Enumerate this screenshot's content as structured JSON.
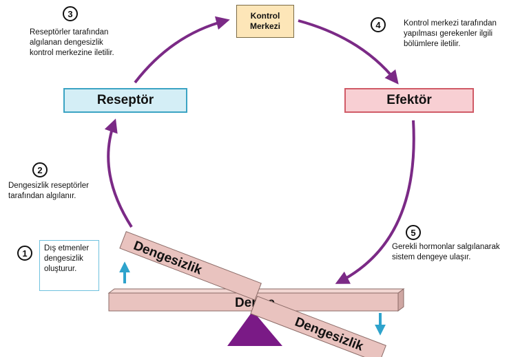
{
  "control_center": {
    "line1": "Kontrol",
    "line2": "Merkezi"
  },
  "receptor": "Reseptör",
  "effector": "Efektör",
  "steps": [
    {
      "number": "1",
      "text": [
        "Dış etmenler",
        "dengesizlik",
        "oluşturur."
      ]
    },
    {
      "number": "2",
      "text": [
        "Dengesizlik reseptörler",
        "tarafından algılanır."
      ]
    },
    {
      "number": "3",
      "text": [
        "Reseptörler tarafından",
        "algılanan dengesizlik",
        "kontrol merkezine iletilir."
      ]
    },
    {
      "number": "4",
      "text": [
        "Kontrol merkezi tarafından",
        "yapılması gerekenler ilgili",
        "bölümlere iletilir."
      ]
    },
    {
      "number": "5",
      "text": [
        "Gerekli hormonlar salgılanarak",
        "sistem dengeye ulaşır."
      ]
    }
  ],
  "balance": {
    "center_label": "Denge",
    "upper_label": "Dengesizlik",
    "lower_label": "Dengesizlik"
  },
  "colors": {
    "arrow": "#7b2a86",
    "beam": "#e9c3bf",
    "fulcrum": "#7a1a86",
    "up_arrow": "#2ea3cc",
    "down_arrow": "#2ea3cc"
  }
}
